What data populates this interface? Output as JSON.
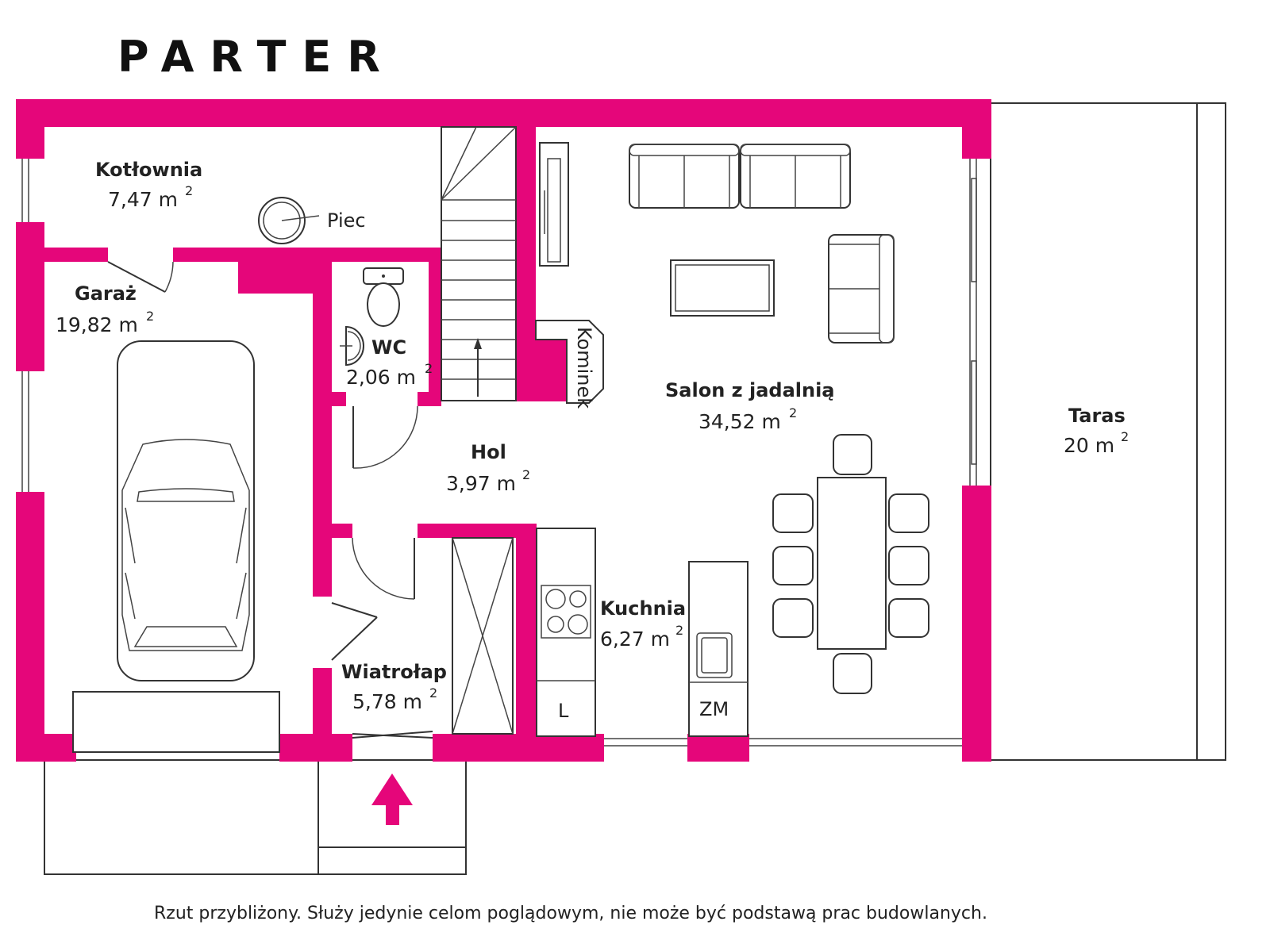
{
  "title": "PARTER",
  "colors": {
    "walls": "#e5067a",
    "lines": "#333333"
  },
  "rooms": {
    "kotlownia": {
      "name": "Kotłownia",
      "area": "7,47 m",
      "unit_exp": "2"
    },
    "garaz": {
      "name": "Garaż",
      "area": "19,82 m",
      "unit_exp": "2"
    },
    "wc": {
      "name": "WC",
      "area": "2,06 m",
      "unit_exp": "2"
    },
    "hol": {
      "name": "Hol",
      "area": "3,97 m",
      "unit_exp": "2"
    },
    "salon": {
      "name": "Salon z jadalnią",
      "area": "34,52 m",
      "unit_exp": "2"
    },
    "taras": {
      "name": "Taras",
      "area": "20 m",
      "unit_exp": "2"
    },
    "kuchnia": {
      "name": "Kuchnia",
      "area": "6,27 m",
      "unit_exp": "2"
    },
    "wiatrolap": {
      "name": "Wiatrołap",
      "area": "5,78 m",
      "unit_exp": "2"
    }
  },
  "labels": {
    "piec": "Piec",
    "kominek": "Kominek",
    "lodowka": "L",
    "zmywarka": "ZM"
  },
  "icons": {
    "entrance": "entrance-arrow-icon",
    "stairs": "stairs-arrow-icon"
  },
  "footer": "Rzut przybliżony. Służy jedynie celom poglądowym, nie może być podstawą prac budowlanych."
}
